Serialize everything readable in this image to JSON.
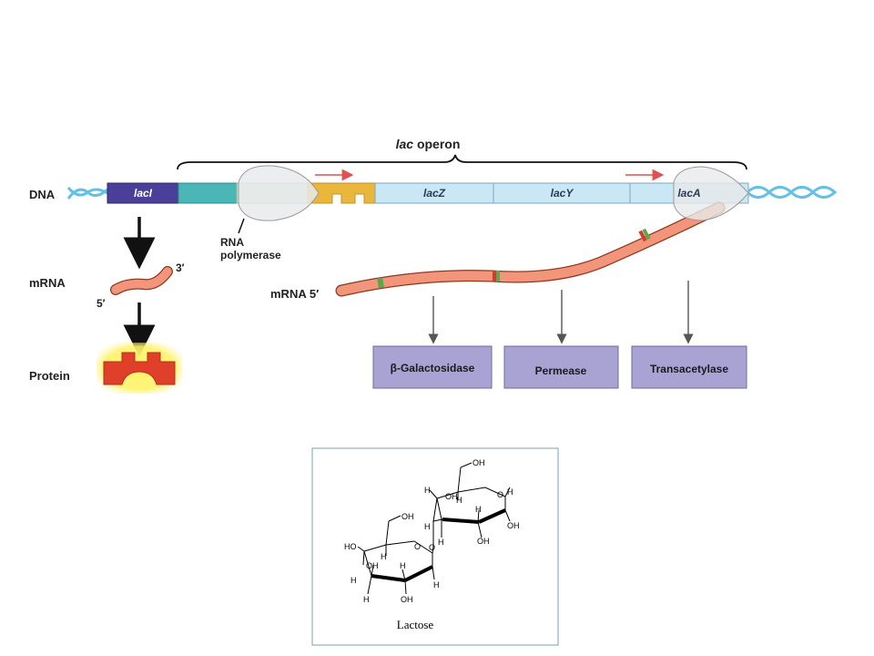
{
  "operon": {
    "title_italic": "lac",
    "title_rest": " operon",
    "dna_label": "DNA",
    "genes": {
      "lacI": "lacI",
      "lacZ": "lacZ",
      "lacY": "lacY",
      "lacA": "lacA"
    },
    "polymerase_label_line1": "RNA",
    "polymerase_label_line2": "polymerase",
    "left_mrna_label": "mRNA",
    "five_prime_left": "5′",
    "three_prime_left": "3′",
    "protein_label": "Protein",
    "main_mrna_label": "mRNA 5′",
    "products": [
      "β-Galactosidase",
      "Permease",
      "Transacetylase"
    ]
  },
  "structure": {
    "caption": "Lactose",
    "labels": {
      "oh": "OH",
      "ho": "HO",
      "h": "H",
      "o": "O"
    }
  },
  "colors": {
    "lacI": "#4a3f99",
    "operator": "#4bb6b6",
    "promoter": "#e8b73c",
    "genes": "#c9e7f5",
    "mrna": "#f2957a",
    "protein": "#e0402a",
    "protein_glow": "#fff36b",
    "product_box": "#a9a3d4",
    "dna_helix": "#62c1e5"
  }
}
